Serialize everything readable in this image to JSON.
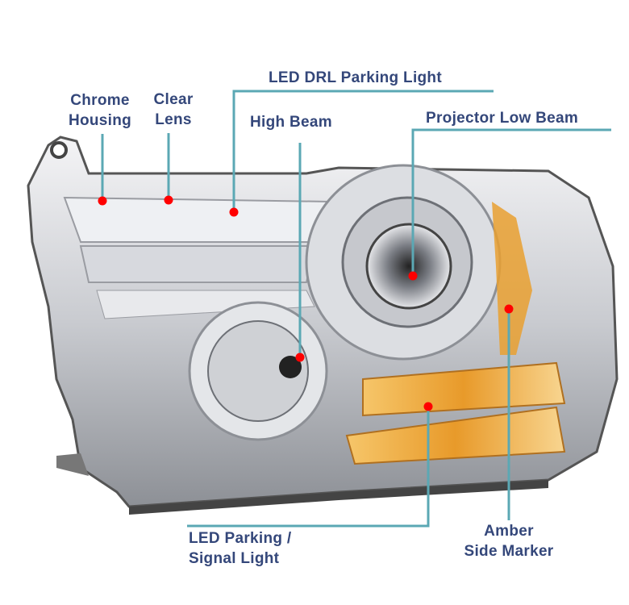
{
  "colors": {
    "label": "#34477a",
    "leader": "#5ba8b4",
    "dot": "#ff0000",
    "amber": "#f0a020"
  },
  "labels": {
    "chrome_housing": [
      "Chrome",
      "Housing"
    ],
    "clear_lens": [
      "Clear",
      "Lens"
    ],
    "led_drl": "LED DRL Parking Light",
    "high_beam": "High Beam",
    "projector_low_beam": "Projector Low Beam",
    "led_parking": [
      "LED Parking /",
      "Signal Light"
    ],
    "amber_side_marker": [
      "Amber",
      "Side Marker"
    ]
  }
}
